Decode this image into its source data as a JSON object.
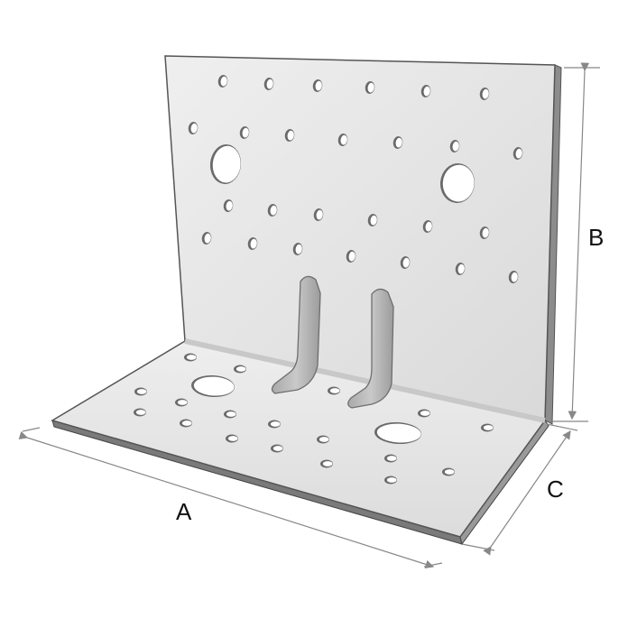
{
  "figure": {
    "labels": {
      "a": "A",
      "b": "B",
      "c": "C"
    },
    "colors": {
      "plate": "#e4e4e4",
      "plate_edge": "#5a5a5a",
      "plate_dark": "#bdbdbd",
      "hole": "#ffffff",
      "hole_rim": "#555555",
      "rib": "#b8b8b8",
      "dimension_line": "#888888"
    },
    "icons": [
      "angle-bracket-drawing",
      "dimension-arrow"
    ]
  }
}
